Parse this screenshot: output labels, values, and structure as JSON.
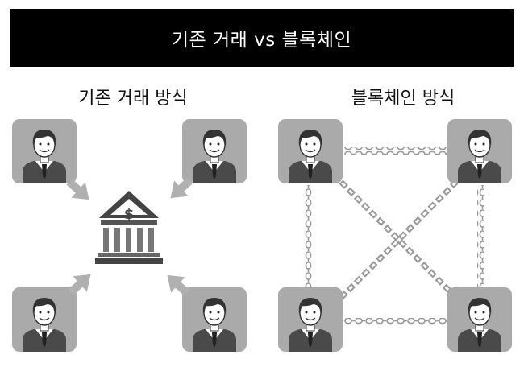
{
  "banner": {
    "title": "기존 거래 vs 블록체인"
  },
  "left": {
    "heading": "기존 거래 방식",
    "bank_symbol": "$"
  },
  "right": {
    "heading": "블록체인 방식"
  },
  "colors": {
    "banner_bg": "#000000",
    "tile": "#aaaaaa",
    "arrow": "#b0b0b0",
    "chain": "#999999",
    "bank": "#444444"
  }
}
